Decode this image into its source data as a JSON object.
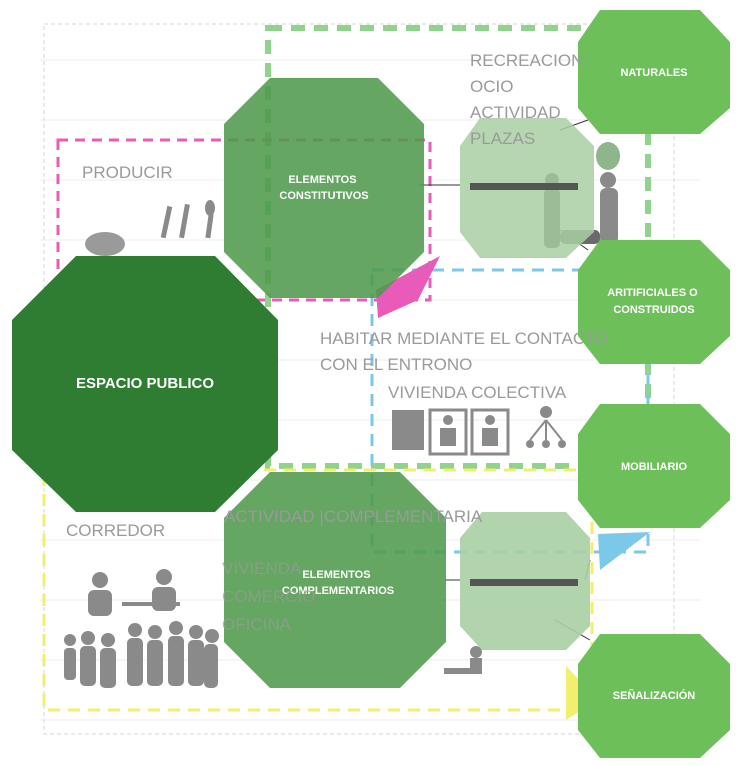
{
  "nodes": {
    "espacio_publico": "ESPACIO PUBLICO",
    "elementos_constitutivos": [
      "ELEMENTOS",
      "CONSTITUTIVOS"
    ],
    "elementos_complementarios": [
      "ELEMENTOS",
      "COMPLEMENTARIOS"
    ],
    "naturales": "NATURALES",
    "artificiales": [
      "ARITIFICIALES O",
      "CONSTRUIDOS"
    ],
    "mobiliario": "MOBILIARIO",
    "senalizacion": "SEÑALIZACIÓN"
  },
  "labels": {
    "recreacion": "RECREACION",
    "ocio": "OCIO",
    "actividad": "ACTIVIDAD",
    "plazas": "PLAZAS",
    "producir": "PRODUCIR",
    "habitar_1": "HABITAR MEDIANTE EL CONTACTO",
    "habitar_2": "CON EL ENTRONO",
    "vivienda_colectiva": "VIVIENDA COLECTIVA",
    "actividad_complementaria": "ACTIVIDAD |COMPLEMENTARIA",
    "corredor": "CORREDOR",
    "vivienda": "VIVIENDA",
    "comercio": "COMERCIO",
    "oficina": "OFICINA"
  },
  "colors": {
    "dark_green": "#2e7d32",
    "mid_green": "#4f9a4c",
    "light_green": "#6dbf5a",
    "pale_green": "#a9cfa3",
    "pink": "#e85bb8",
    "blue": "#7cc8e8",
    "yellow": "#f2ee6e",
    "gray": "#9a9a9a"
  }
}
